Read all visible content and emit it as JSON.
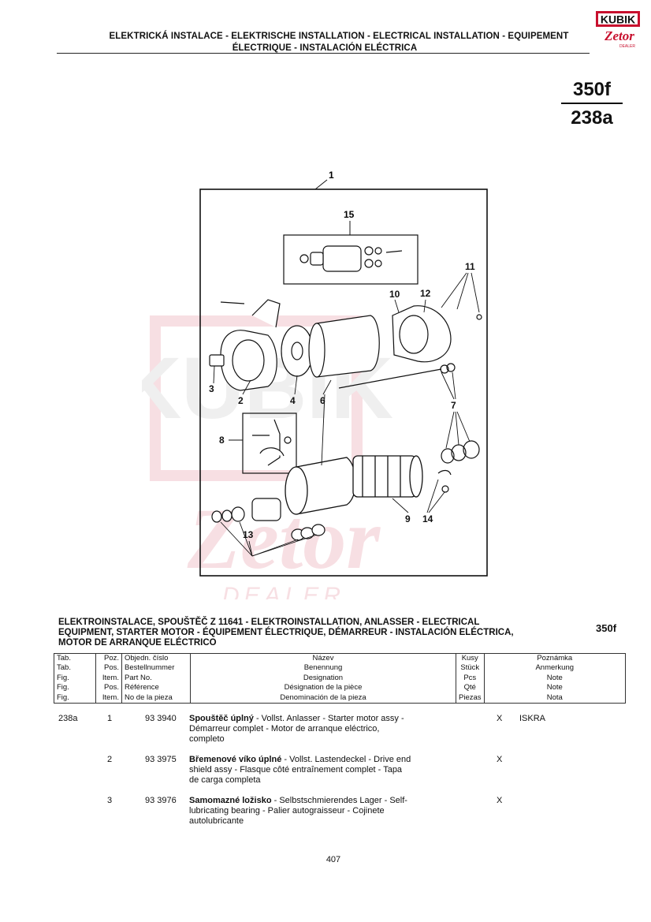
{
  "header": {
    "line1": "ELEKTRICKÁ INSTALACE - ELEKTRISCHE INSTALLATION - ELECTRICAL INSTALLATION - EQUIPEMENT",
    "line2": "ÉLECTRIQUE - INSTALACIÓN ELÉCTRICA",
    "logo_top": "KUBIK",
    "logo_mid": "Zetor",
    "logo_bottom": "DEALER"
  },
  "page_numbers": {
    "top": "350f",
    "bottom": "238a"
  },
  "diagram": {
    "callouts": [
      "1",
      "15",
      "11",
      "10",
      "12",
      "3",
      "2",
      "4",
      "6",
      "7",
      "8",
      "9",
      "14",
      "13"
    ],
    "watermark": {
      "kubik": "KUBIK",
      "zetor": "Zetor",
      "dealer": "DEALER"
    }
  },
  "section": {
    "line1": "ELEKTROINSTALACE, SPOUŠTĚČ Z 11641 - ELEKTROINSTALLATION, ANLASSER - ELECTRICAL",
    "line2": "EQUIPMENT, STARTER MOTOR - ÉQUIPEMENT ÉLECTRIQUE, DÉMARREUR - INSTALACIÓN ELÉCTRICA,",
    "line3": "MOTOR DE ARRANQUE ELÉCTRICO",
    "ref": "350f"
  },
  "table_header": {
    "tab": [
      "Tab.",
      "Tab.",
      "Fig.",
      "Fig.",
      "Fig."
    ],
    "pos": [
      "Poz.",
      "Pos.",
      "Item.",
      "Pos.",
      "Item."
    ],
    "partno": [
      "Objedn. číslo",
      "Bestellnummer",
      "Part No.",
      "Référence",
      "No de la pieza"
    ],
    "name": [
      "Název",
      "Benennung",
      "Designation",
      "Désignation de la pièce",
      "Denominación de la pieza"
    ],
    "qty": [
      "Kusy",
      "Stück",
      "Pcs",
      "Qté",
      "Piezas"
    ],
    "note": [
      "Poznámka",
      "Anmerkung",
      "Note",
      "Note",
      "Nota"
    ]
  },
  "rows": [
    {
      "tab": "238a",
      "pos": "1",
      "partno": "93 3940",
      "name_bold": "Spouštěč úplný",
      "name_rest": [
        " - Vollst. Anlasser - Starter motor assy -",
        "Démarreur complet - Motor de arranque eléctrico,",
        "completo"
      ],
      "qty": "X",
      "note": "ISKRA"
    },
    {
      "tab": "",
      "pos": "2",
      "partno": "93 3975",
      "name_bold": "Břemenové víko úplné",
      "name_rest": [
        " - Vollst. Lastendeckel - Drive end",
        "shield assy - Flasque côté entraînement complet - Tapa",
        "de carga completa"
      ],
      "qty": "X",
      "note": ""
    },
    {
      "tab": "",
      "pos": "3",
      "partno": "93 3976",
      "name_bold": "Samomazné ložisko",
      "name_rest": [
        " - Selbstschmierendes Lager - Self-",
        "lubricating bearing - Palier autograisseur - Cojinete",
        "autolubricante"
      ],
      "qty": "X",
      "note": ""
    }
  ],
  "footer": {
    "page": "407"
  }
}
